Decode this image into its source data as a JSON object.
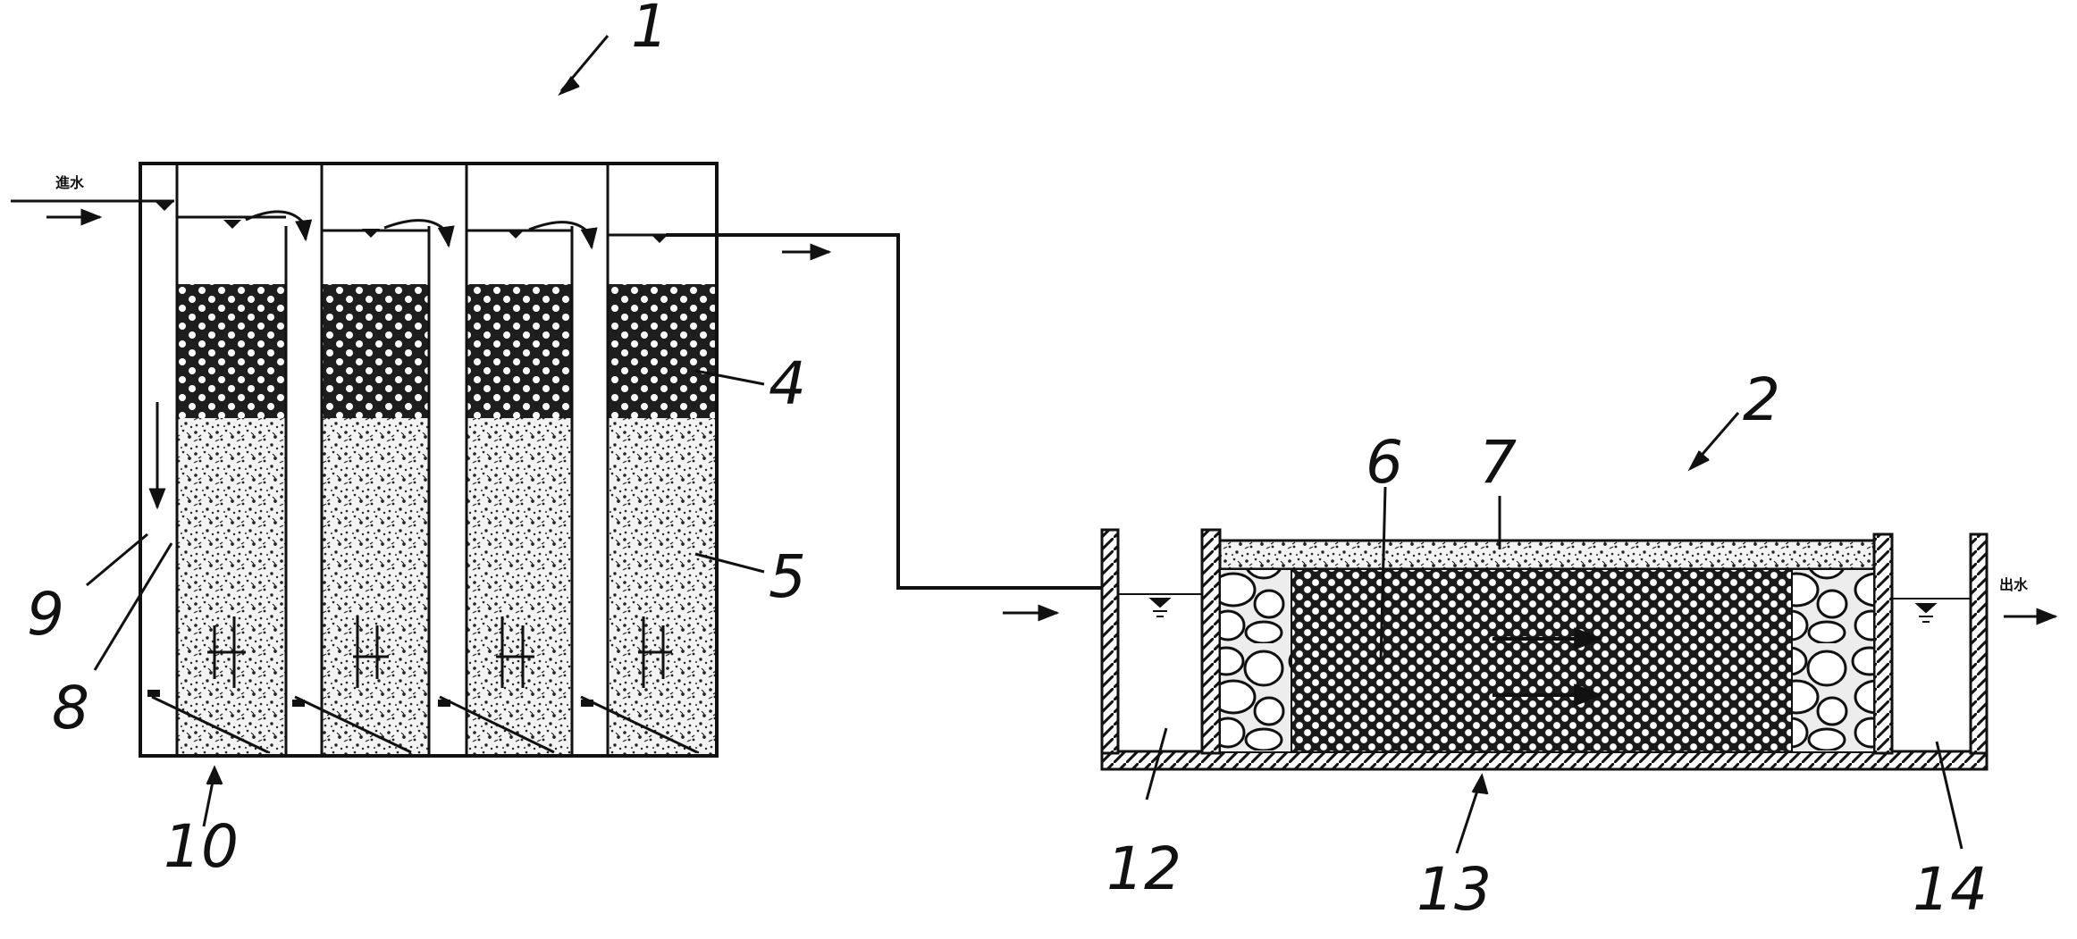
{
  "labels": {
    "n1": "1",
    "n2": "2",
    "n4": "4",
    "n5": "5",
    "n6": "6",
    "n7": "7",
    "n8": "8",
    "n9": "9",
    "n10": "10",
    "n12": "12",
    "n13": "13",
    "n14": "14"
  },
  "inlet_text": "進水",
  "outlet_text": "出水",
  "colors": {
    "ink": "#111111",
    "paper": "#ffffff"
  }
}
